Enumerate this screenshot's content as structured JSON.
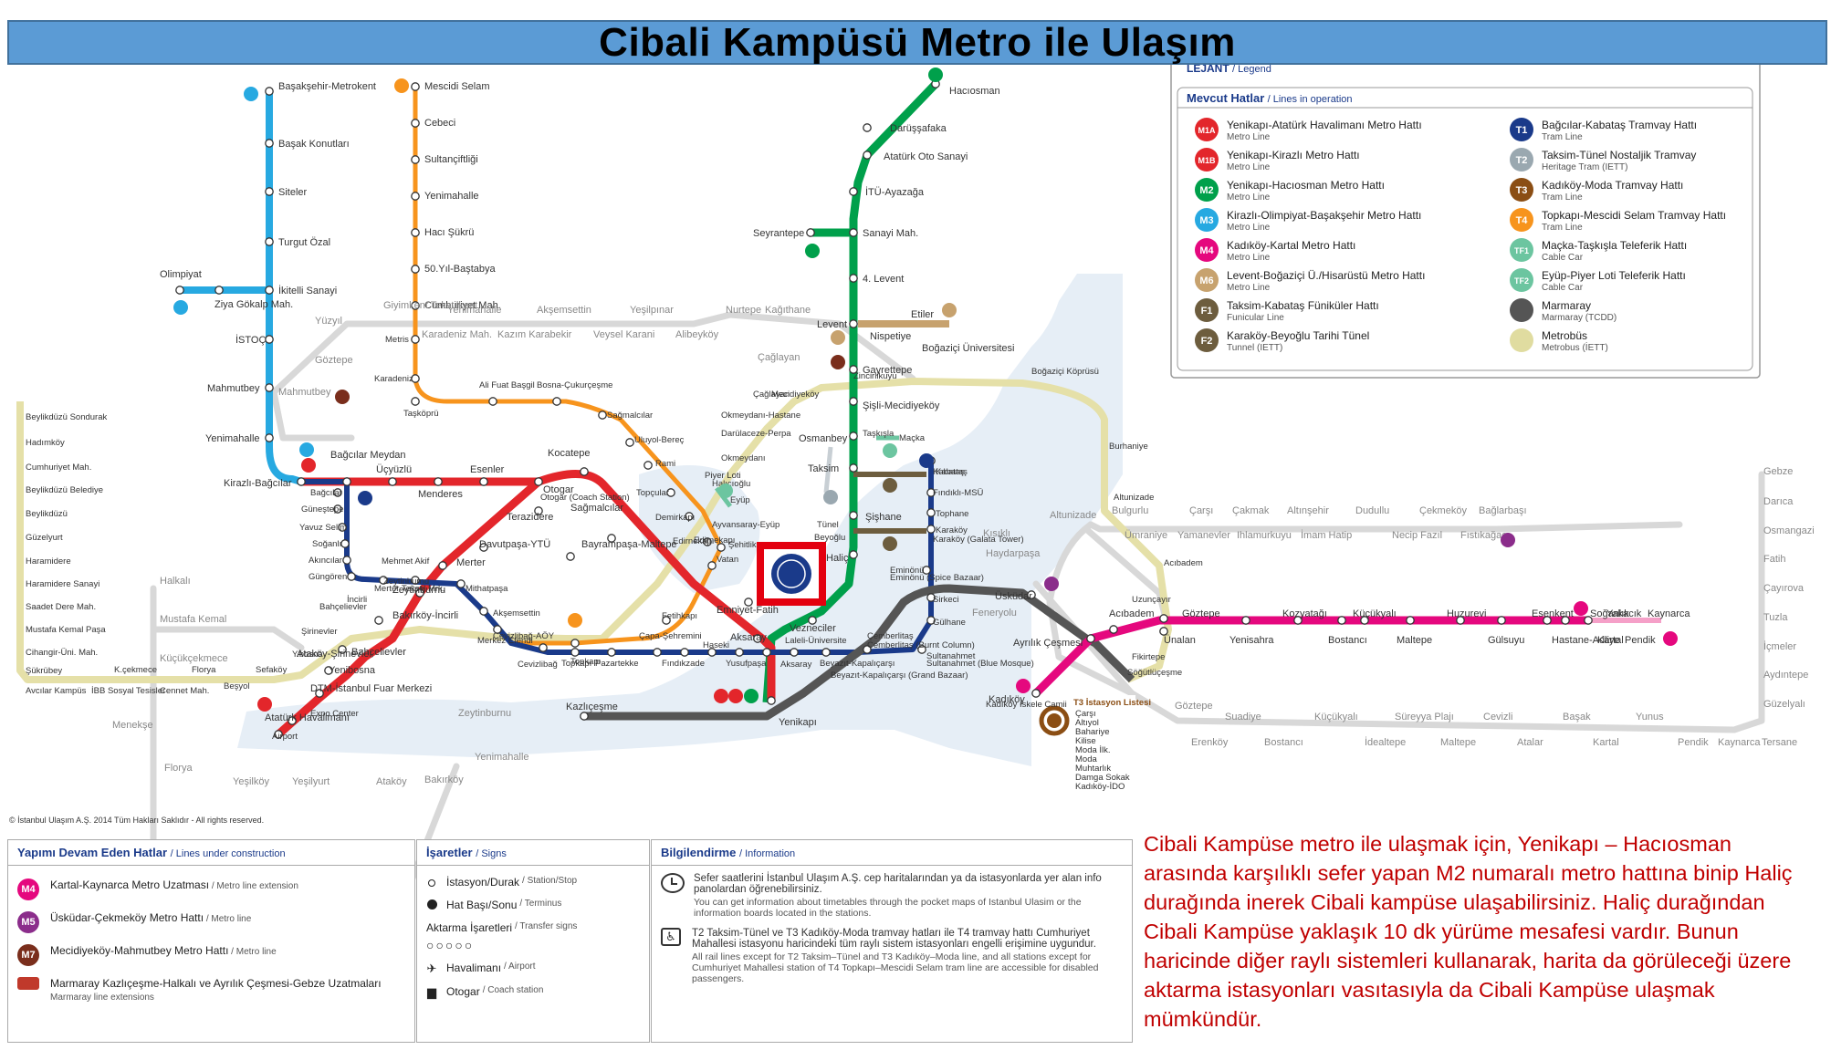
{
  "title": "Cibali Kampüsü Metro ile Ulaşım",
  "note": "Cibali Kampüse metro ile ulaşmak için, Yenikapı – Hacıosman arasında karşılıklı sefer yapan M2 numaralı  metro hattına binip Haliç durağında inerek Cibali kampüse ulaşabilirsiniz. Haliç durağından Cibali Kampüse yaklaşık 10 dk yürüme mesafesi vardır. Bunun haricinde diğer raylı sistemleri kullanarak, harita da görüleceği üzere aktarma istasyonları vasıtasıyla da Cibali Kampüse ulaşmak mümkündür.",
  "copyright": "© İstanbul Ulaşım A.Ş. 2014 Tüm Hakları Saklıdır - All rights reserved.",
  "colors": {
    "M1": "#e3262b",
    "M2": "#00a04b",
    "M3": "#27a9e1",
    "M4": "#e5087e",
    "M6": "#c7a26e",
    "M7": "#7a2e1c",
    "T1": "#1a3a8a",
    "T2": "#9aa8b0",
    "T3": "#8b4e14",
    "T4": "#f7941d",
    "F": "#6d5d3e",
    "marmaray": "#555555",
    "metrobus": "#e0dca0",
    "cable": "#6cc5a0",
    "title_bg": "#5b9bd5",
    "note_text": "#c00000",
    "campus": "#e3000f"
  },
  "legend": {
    "title": "LEJANT",
    "title_en": "/ Legend",
    "section": "Mevcut Hatlar",
    "section_en": "/ Lines in operation",
    "left": [
      {
        "badge": "M1A",
        "color": "#e3262b",
        "name": "Yenikapı-Atatürk Havalimanı Metro Hattı",
        "sub": "Metro Line"
      },
      {
        "badge": "M1B",
        "color": "#e3262b",
        "name": "Yenikapı-Kirazlı Metro Hattı",
        "sub": "Metro Line"
      },
      {
        "badge": "M2",
        "color": "#00a04b",
        "name": "Yenikapı-Hacıosman Metro Hattı",
        "sub": "Metro Line"
      },
      {
        "badge": "M3",
        "color": "#27a9e1",
        "name": "Kirazlı-Olimpiyat-Başakşehir Metro Hattı",
        "sub": "Metro Line"
      },
      {
        "badge": "M4",
        "color": "#e5087e",
        "name": "Kadıköy-Kartal Metro Hattı",
        "sub": "Metro Line"
      },
      {
        "badge": "M6",
        "color": "#c7a26e",
        "name": "Levent-Boğaziçi Ü./Hisarüstü Metro Hattı",
        "sub": "Metro Line"
      },
      {
        "badge": "F1",
        "color": "#6d5d3e",
        "name": "Taksim-Kabataş Füniküler Hattı",
        "sub": "Funicular Line"
      },
      {
        "badge": "F2",
        "color": "#6d5d3e",
        "name": "Karaköy-Beyoğlu Tarihi Tünel",
        "sub": "Tunnel (IETT)"
      }
    ],
    "right": [
      {
        "badge": "T1",
        "color": "#1a3a8a",
        "name": "Bağcılar-Kabataş Tramvay Hattı",
        "sub": "Tram Line"
      },
      {
        "badge": "T2",
        "color": "#9aa8b0",
        "name": "Taksim-Tünel Nostaljik Tramvay",
        "sub": "Heritage Tram (IETT)"
      },
      {
        "badge": "T3",
        "color": "#8b4e14",
        "name": "Kadıköy-Moda Tramvay Hattı",
        "sub": "Tram Line"
      },
      {
        "badge": "T4",
        "color": "#f7941d",
        "name": "Topkapı-Mescidi Selam Tramvay Hattı",
        "sub": "Tram Line"
      },
      {
        "badge": "TF1",
        "color": "#6cc5a0",
        "name": "Maçka-Taşkışla Teleferik Hattı",
        "sub": "Cable Car"
      },
      {
        "badge": "TF2",
        "color": "#6cc5a0",
        "name": "Eyüp-Piyer Loti Teleferik Hattı",
        "sub": "Cable Car"
      },
      {
        "badge": "",
        "color": "#555555",
        "name": "Marmaray",
        "sub": "Marmaray (TCDD)"
      },
      {
        "badge": "",
        "color": "#e0dca0",
        "name": "Metrobüs",
        "sub": "Metrobus (İETT)"
      }
    ]
  },
  "under_construction": {
    "title": "Yapımı Devam Eden Hatlar",
    "title_en": "/ Lines under construction",
    "items": [
      {
        "badge": "M4",
        "color": "#e5087e",
        "name": "Kartal-Kaynarca Metro Uzatması",
        "sub": "/ Metro line extension"
      },
      {
        "badge": "M5",
        "color": "#8b2d8b",
        "name": "Üsküdar-Çekmeköy Metro Hattı",
        "sub": "/ Metro line"
      },
      {
        "badge": "M7",
        "color": "#7a2e1c",
        "name": "Mecidiyeköy-Mahmutbey Metro Hattı",
        "sub": "/ Metro line"
      },
      {
        "badge": "",
        "color": "#555555",
        "name": "Marmaray Kazlıçeşme-Halkalı ve Ayrılık Çeşmesi-Gebze Uzatmaları",
        "sub": "Marmaray line extensions"
      }
    ]
  },
  "signs": {
    "title": "İşaretler",
    "title_en": "/ Signs",
    "items": [
      {
        "name": "İstasyon/Durak",
        "sub": "/ Station/Stop"
      },
      {
        "name": "Hat Başı/Sonu",
        "sub": "/ Terminus"
      },
      {
        "name": "Aktarma İşaretleri",
        "sub": "/ Transfer signs"
      },
      {
        "name": "Havalimanı",
        "sub": "/ Airport"
      },
      {
        "name": "Otogar",
        "sub": "/ Coach station"
      }
    ]
  },
  "info": {
    "title": "Bilgilendirme",
    "title_en": "/ Information",
    "p1": "Sefer saatlerini İstanbul Ulaşım A.Ş. cep haritalarından ya da istasyonlarda yer alan info panolardan öğrenebilirsiniz.",
    "p1_en": "You can get information about timetables through the pocket maps of Istanbul Ulasim or the information boards located in the stations.",
    "p2": "T2 Taksim-Tünel ve T3 Kadıköy-Moda tramvay hatları ile T4 tramvay hattı Cumhuriyet Mahallesi istasyonu haricindeki tüm raylı sistem istasyonları engelli erişimine uygundur.",
    "p2_en": "All rail lines except for T2 Taksim–Tünel and T3 Kadıköy–Moda line, and all stations except for Cumhuriyet Mahallesi station of T4 Topkapı–Mescidi Selam tram line are accessible for disabled passengers."
  },
  "t3_list": {
    "title": "T3 İstasyon Listesi",
    "stations": [
      "Çarşı",
      "Altıyol",
      "Bahariye",
      "Kilise",
      "Moda İlk.",
      "Moda",
      "Muhtarlık",
      "Damga Sokak",
      "Kadıköy-İDO"
    ]
  },
  "stations": {
    "M2": [
      "Hacıosman",
      "Darüşşafaka",
      "Atatürk Oto Sanayi",
      "İTÜ-Ayazağa",
      "Sanayi Mah.",
      "Seyrantepe",
      "4. Levent",
      "Levent",
      "Gayrettepe",
      "Şişli-Mecidiyeköy",
      "Osmanbey",
      "Taksim",
      "Şişhane",
      "Haliç",
      "Vezneciler",
      "Yenikapı"
    ],
    "M3": [
      "Başakşehir-Metrokent",
      "Başak Konutları",
      "Siteler",
      "Turgut Özal",
      "İkitelli Sanayi",
      "Olimpiyat",
      "Ziya Gökalp Mah.",
      "İSTOÇ",
      "Mahmutbey",
      "Yenimahalle",
      "Kirazlı-Bağcılar"
    ],
    "T4": [
      "Mescidi Selam",
      "Cebeci",
      "Sultançiftliği",
      "Yenimahalle",
      "Hacı Şükrü",
      "50.Yıl-Baştabya",
      "Cumhuriyet Mah.",
      "Metris",
      "Karadeniz",
      "Taşköprü",
      "Ali Fuat Başgil",
      "Bosna-Çukurçeşme",
      "Sağmalcılar",
      "Uluyol-Bereç",
      "Rami",
      "Topçular",
      "Demirkapı",
      "Edirnekapı",
      "Şehitlik",
      "Vatan",
      "Fetihkapı",
      "Topkapı"
    ],
    "M1": [
      "Bağcılar Meydan",
      "Üçyüzlü",
      "Menderes",
      "Esenler",
      "Otogar",
      "Kocatepe",
      "Terazidere",
      "Davutpaşa-YTÜ",
      "Merter",
      "Zeytinburnu",
      "Bakırköy-İncirli",
      "Bahçelievler",
      "Ataköy-Şirinevler",
      "Yenibosna",
      "DTM-İstanbul Fuar Merkezi",
      "Atatürk Havalimanı",
      "Sağmalcılar",
      "Bayrampaşa-Maltepe",
      "Kocatepe",
      "Emniyet-Fatih",
      "Aksaray"
    ],
    "T1": [
      "Bağcılar",
      "Güneştepe",
      "Yavuz Selim",
      "Soğanlı",
      "Akıncılar",
      "Güngören",
      "Merter Tekstil Mrk.",
      "Mehmet Akif",
      "Mithatpaşa",
      "Akşemsettin",
      "Merkez Efendi",
      "Cevizlibağ",
      "Topkapı",
      "Pazartekke",
      "Çapa-Şehremini",
      "Fındıkzade",
      "Haseki",
      "Yusufpaşa",
      "Aksaray",
      "Laleli-Üniversite",
      "Beyazıt-Kapalıçarşı",
      "Çemberlitaş",
      "Sultanahmet",
      "Gülhane",
      "Sirkeci",
      "Eminönü",
      "Karaköy",
      "Tophane",
      "Fındıklı-MSÜ",
      "Kabataş"
    ],
    "M4": [
      "Kadıköy",
      "Ayrılık Çeşmesi",
      "Acıbadem",
      "Ünalan",
      "Göztepe",
      "Yenisahra",
      "Kozyatağı",
      "Bostancı",
      "Küçükyalı",
      "Maltepe",
      "Huzurevi",
      "Gülsuyu",
      "Esenkent",
      "Hastane-Adliye",
      "Soğanlık",
      "Kartal",
      "Yakacık",
      "Pendik",
      "Kaynarca"
    ],
    "Marmaray": [
      "Kazlıçeşme",
      "Yenikapı",
      "Sirkeci",
      "Üsküdar",
      "Ayrılık Çeşmesi",
      "Söğütlüçeşme"
    ],
    "Metrobus_W": [
      "Beylikdüzü Sondurak",
      "Hadımköy",
      "Cumhuriyet Mah.",
      "Beylikdüzü Belediye",
      "Beylikdüzü",
      "Güzelyurt",
      "Haramidere",
      "Haramidere Sanayi",
      "Saadet Dere Mah.",
      "Mustafa Kemal Paşa",
      "Cihangir-Üni. Mah.",
      "Şükrübey",
      "Avcılar Kampüs",
      "İBB Sosyal Tesisler",
      "K.çekmece",
      "Cennet Mah.",
      "Florya",
      "Beşyol",
      "Sefaköy",
      "Y.bosna",
      "Şirinevler",
      "Bahçelievler",
      "İncirli",
      "Zeytinburnu",
      "Cevizlibağ-AÖY",
      "Edirnekapı",
      "Ayvansaray-Eyüp",
      "Halıcıoğlu",
      "Okmeydanı",
      "Darülaceze-Perpa",
      "Okmeydanı-Hastane",
      "Çağlayan",
      "Mecidiyeköy",
      "Zincirlikuyu",
      "Boğaziçi Köprüsü",
      "Burhaniye",
      "Altunizade",
      "Acıbadem",
      "Uzunçayır",
      "Fikirtepe",
      "Söğütlüçeşme"
    ],
    "Metrobus_lbl_en": "Metrobüs",
    "North_gray": [
      "Giyimkent Tekstilkent",
      "Yenimahalle",
      "Akşemsettin",
      "Yeşilpınar",
      "Nurtepe",
      "Kağıthane",
      "Yüzyıl",
      "Karadeniz Mah.",
      "Kazım Karabekir",
      "Veysel Karani",
      "Alibeyköy",
      "Çağlayan",
      "Göztepe",
      "Mahmutbey"
    ],
    "South_gray": [
      "Halkalı",
      "Mustafa Kemal",
      "Küçükçekmece",
      "Menekşe",
      "Florya",
      "Yeşilköy",
      "Yeşilyurt",
      "Ataköy",
      "Bakırköy",
      "Yenimahalle",
      "Zeytinburnu"
    ],
    "Anatolia_gray": [
      "Altunizade",
      "Bulgurlu",
      "Çarşı",
      "Çakmak",
      "Altınşehir",
      "Dudullu",
      "Çekmeköy",
      "Bağlarbaşı",
      "Kısıklı",
      "Ümraniye",
      "Yamanevler",
      "Ihlamurkuyu",
      "İmam Hatip",
      "Necip Fazıl",
      "Fıstıkağacı",
      "Haydarpaşa",
      "Feneryolu",
      "Göztepe",
      "Erenköy",
      "Suadiye",
      "Bostancı",
      "Küçükyalı",
      "İdealtepe",
      "Süreyya Plajı",
      "Maltepe",
      "Cevizli",
      "Atalar",
      "Başak",
      "Kartal",
      "Yunus",
      "Pendik",
      "Kaynarca",
      "Tersane",
      "Gebze",
      "Darıca",
      "Osmangazi",
      "Fatih",
      "Çayırova",
      "Tuzla",
      "İçmeler",
      "Aydıntepe",
      "Güzelyalı"
    ],
    "Other": [
      "Etiler",
      "Nispetiye",
      "Boğaziçi Üniversitesi",
      "Taşkışla",
      "Maçka",
      "Piyer Loti",
      "Eyüp",
      "Tünel",
      "Beyoğlu",
      "Kabataş",
      "Üsküdar",
      "Otogar (Coach Station)",
      "Kadıköy İskele Camii",
      "Y.bosna",
      "Beyazıt-Kapalıçarşı (Grand Bazaar)",
      "Çemberlitaş (Burnt Column)",
      "Sultanahmet (Blue Mosque)",
      "Eminönü (Spice Bazaar)",
      "Karaköy (Galata Tower)",
      "Airport",
      "Expo Center"
    ]
  }
}
